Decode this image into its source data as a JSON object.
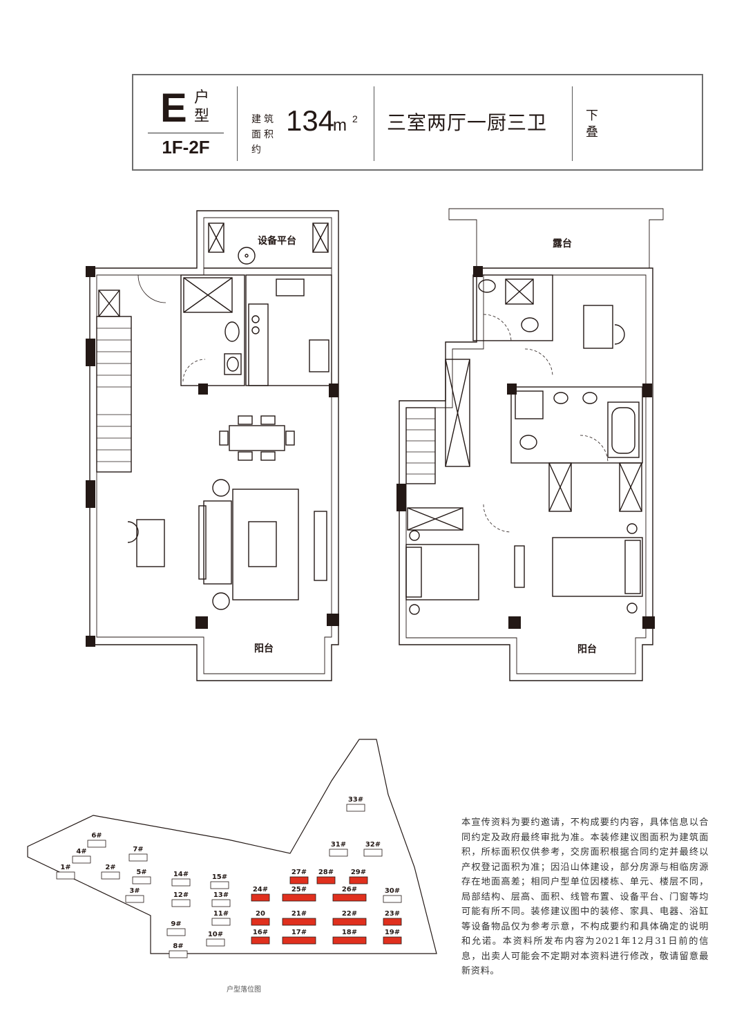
{
  "header": {
    "type_letter": "E",
    "type_label": "户型",
    "floors": "1F-2F",
    "area_label": "建筑面积约",
    "area_value": "134",
    "area_unit": "m",
    "area_sup": "2",
    "layout": "三室两厅一厨三卫",
    "stack": "下叠"
  },
  "floor1": {
    "rooms": [
      "设备平台",
      "阳台"
    ]
  },
  "floor2": {
    "rooms": [
      "露台",
      "阳台"
    ]
  },
  "site_plan": {
    "caption": "户型落位图",
    "buildings": [
      {
        "label": "1#"
      },
      {
        "label": "2#"
      },
      {
        "label": "3#"
      },
      {
        "label": "4#"
      },
      {
        "label": "5#"
      },
      {
        "label": "6#"
      },
      {
        "label": "7#"
      },
      {
        "label": "8#"
      },
      {
        "label": "9#"
      },
      {
        "label": "10#"
      },
      {
        "label": "11#"
      },
      {
        "label": "12#"
      },
      {
        "label": "13#"
      },
      {
        "label": "14#"
      },
      {
        "label": "15#"
      },
      {
        "label": "16#",
        "highlight": true
      },
      {
        "label": "17#",
        "highlight": true
      },
      {
        "label": "18#",
        "highlight": true
      },
      {
        "label": "19#",
        "highlight": true
      },
      {
        "label": "20",
        "highlight": true
      },
      {
        "label": "21#",
        "highlight": true
      },
      {
        "label": "22#",
        "highlight": true
      },
      {
        "label": "23#",
        "highlight": true
      },
      {
        "label": "24#",
        "highlight": true
      },
      {
        "label": "25#",
        "highlight": true
      },
      {
        "label": "26#",
        "highlight": true
      },
      {
        "label": "27#",
        "highlight": true
      },
      {
        "label": "28#",
        "highlight": true
      },
      {
        "label": "29#",
        "highlight": true
      },
      {
        "label": "30#"
      },
      {
        "label": "31#"
      },
      {
        "label": "32#"
      },
      {
        "label": "33#"
      }
    ]
  },
  "disclaimer": "本宣传资料为要约邀请，不构成要约内容，具体信息以合同约定及政府最终审批为准。本装修建议图面积为建筑面积，所标面积仅供参考，交房面积根据合同约定并最终以产权登记面积为准；因沿山体建设，部分房源与相临房源存在地面高差；相同户型单位因楼栋、单元、楼层不同，局部结构、层高、面积、线管布置、设备平台、门窗等均可能有所不同。装修建议图中的装修、家具、电器、浴缸等设备物品仅为参考示意，不构成要约和具体确定的说明和允诺。本资料所发布内容为2021年12月31日前的信息，出卖人可能会不定期对本资料进行修改，敬请留意最新资料。",
  "colors": {
    "highlight": "#e0301e",
    "line": "#231815",
    "frame": "#6d6d6d"
  }
}
